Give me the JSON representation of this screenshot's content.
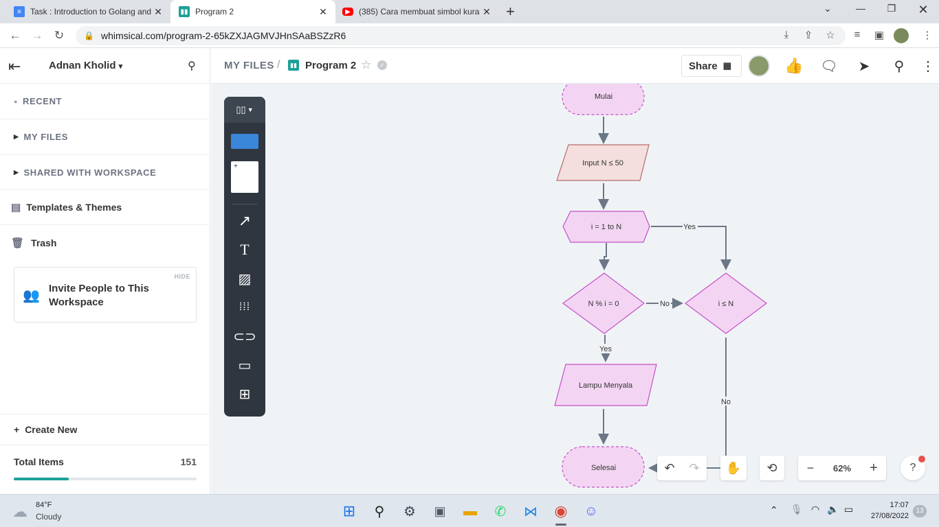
{
  "browser": {
    "tabs": [
      {
        "title": "Task : Introduction to Golang and",
        "icon": "docs-icon",
        "color": "#4285f4"
      },
      {
        "title": "Program 2",
        "icon": "whimsical-icon",
        "color": "#1ba098"
      },
      {
        "title": "(385) Cara membuat simbol kura",
        "icon": "youtube-icon",
        "color": "#ff0000"
      }
    ],
    "new_tab": "+",
    "url": "whimsical.com/program-2-65kZXJAGMVJHnSAaBSZzR6"
  },
  "sidebar": {
    "user": "Adnan Kholid",
    "sections": [
      "RECENT",
      "MY FILES",
      "SHARED WITH WORKSPACE"
    ],
    "templates": "Templates & Themes",
    "trash": "Trash",
    "invite": {
      "hide": "HIDE",
      "text": "Invite People to This Workspace"
    },
    "create_new": "Create New",
    "total_label": "Total Items",
    "total_count": "151",
    "progress": 0.3
  },
  "header": {
    "breadcrumb_root": "MY FILES",
    "separator": "/",
    "doc_title": "Program 2",
    "share": "Share"
  },
  "flowchart": {
    "start": "Mulai",
    "input": "Input N ≤ 50",
    "loop": "i = 1 to N",
    "cond1": "N % i = 0",
    "cond2": "i ≤ N",
    "output": "Lampu Menyala",
    "end": "Selesai",
    "yes1": "Yes",
    "no1": "No",
    "yes2": "Yes",
    "no2": "No"
  },
  "zoom": {
    "level": "62%",
    "minus": "−",
    "plus": "+",
    "help": "?"
  },
  "taskbar": {
    "weather_temp": "84°F",
    "weather_desc": "Cloudy",
    "time": "17:07",
    "date": "27/08/2022",
    "notif": "13"
  },
  "colors": {
    "accent": "#1ba098",
    "node_fill": "#f3d5f3",
    "node_stroke": "#c54fc8",
    "input_fill": "#f4dede",
    "input_stroke": "#b86a6a",
    "connector": "#6b7785"
  }
}
